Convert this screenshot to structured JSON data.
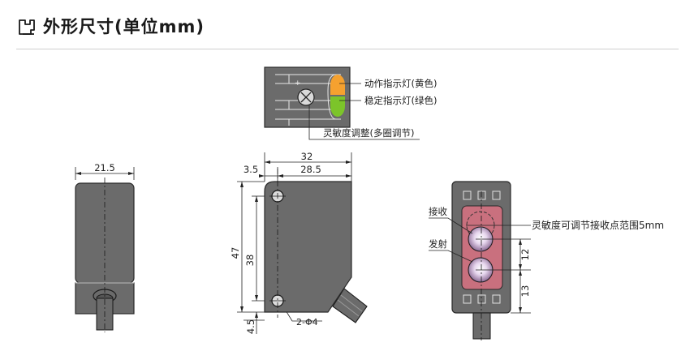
{
  "header": {
    "title": "外形尺寸(单位mm)",
    "icon": "bracket-dimension-icon"
  },
  "colors": {
    "body_gray": "#6b6b6b",
    "indicator_yellow": "#f5a12f",
    "indicator_green": "#7cc42a",
    "emitter_window": "#c9707e"
  },
  "top_view": {
    "callouts": {
      "action_led": "动作指示灯(黄色)",
      "stable_led": "稳定指示灯(绿色)",
      "sensitivity": "灵敏度调整(多圈调节)"
    }
  },
  "side_view": {
    "width_dim": "21.5"
  },
  "front_view": {
    "overall_width": "32",
    "left_offset": "3.5",
    "hole_span_h": "28.5",
    "overall_height": "47",
    "hole_span_v": "38",
    "bottom_offset": "4.5",
    "hole_spec": "2-Φ4"
  },
  "lens_view": {
    "receive_label": "接收",
    "emit_label": "发射",
    "range_note": "灵敏度可调节接收点范围5mm",
    "dim_upper": "12",
    "dim_lower": "13"
  }
}
